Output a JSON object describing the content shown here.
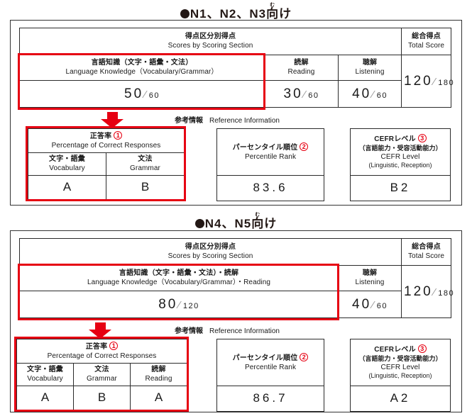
{
  "sections": [
    {
      "id": "n1",
      "title_prefix": "N1、N2、N3",
      "title_kanji": "向",
      "title_ruby": "む",
      "title_suffix": "け",
      "scores_header_jp": "得点区分別得点",
      "scores_header_en": "Scores by Scoring Section",
      "total_header_jp": "総合得点",
      "total_header_en": "Total Score",
      "columns": [
        {
          "jp": "言語知識（文字・語彙・文法）",
          "en": "Language Knowledge（Vocabulary/Grammar）",
          "value": "50",
          "denominator": "60"
        },
        {
          "jp": "読解",
          "en": "Reading",
          "value": "30",
          "denominator": "60"
        },
        {
          "jp": "聴解",
          "en": "Listening",
          "value": "40",
          "denominator": "60"
        }
      ],
      "total_value": "120",
      "total_denominator": "180",
      "reference_jp": "参考情報",
      "reference_en": "Reference Information",
      "pcr": {
        "title_jp": "正答率",
        "marker": "1",
        "title_en": "Percentage of Correct Responses",
        "cols": [
          {
            "jp": "文字・語彙",
            "en": "Vocabulary",
            "grade": "A"
          },
          {
            "jp": "文法",
            "en": "Grammar",
            "grade": "B"
          }
        ]
      },
      "percentile": {
        "title_jp": "パーセンタイル順位",
        "marker": "2",
        "title_en": "Percentile Rank",
        "value": "83.6"
      },
      "cefr": {
        "title_jp": "CEFRレベル",
        "marker": "3",
        "subtitle_jp": "（言語能力・受容活動能力）",
        "title_en": "CEFR Level",
        "subtitle_en": "(Linguistic, Reception)",
        "value": "B2"
      }
    },
    {
      "id": "n4",
      "title_prefix": "N4、N5",
      "title_kanji": "向",
      "title_ruby": "む",
      "title_suffix": "け",
      "scores_header_jp": "得点区分別得点",
      "scores_header_en": "Scores by Scoring Section",
      "total_header_jp": "総合得点",
      "total_header_en": "Total Score",
      "columns": [
        {
          "jp": "言語知識（文字・語彙・文法）・読解",
          "en": "Language Knowledge（Vocabulary/Grammar）・Reading",
          "value": "80",
          "denominator": "120"
        },
        {
          "jp": "聴解",
          "en": "Listening",
          "value": "40",
          "denominator": "60"
        }
      ],
      "total_value": "120",
      "total_denominator": "180",
      "reference_jp": "参考情報",
      "reference_en": "Reference Information",
      "pcr": {
        "title_jp": "正答率",
        "marker": "1",
        "title_en": "Percentage of Correct Responses",
        "cols": [
          {
            "jp": "文字・語彙",
            "en": "Vocabulary",
            "grade": "A"
          },
          {
            "jp": "文法",
            "en": "Grammar",
            "grade": "B"
          },
          {
            "jp": "読解",
            "en": "Reading",
            "grade": "A"
          }
        ]
      },
      "percentile": {
        "title_jp": "パーセンタイル順位",
        "marker": "2",
        "title_en": "Percentile Rank",
        "value": "86.7"
      },
      "cefr": {
        "title_jp": "CEFRレベル",
        "marker": "3",
        "subtitle_jp": "（言語能力・受容活動能力）",
        "title_en": "CEFR Level",
        "subtitle_en": "(Linguistic, Reception)",
        "value": "A2"
      }
    }
  ],
  "colors": {
    "highlight_red": "#e60012",
    "ink": "#231815",
    "rule": "#2b2b2b"
  }
}
